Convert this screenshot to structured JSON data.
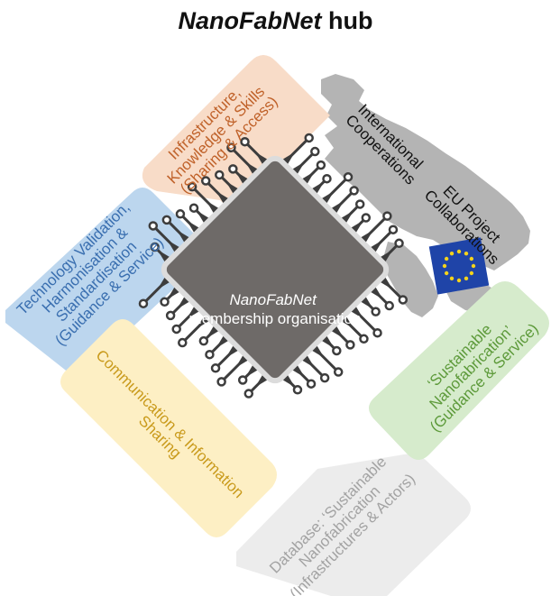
{
  "title": {
    "name": "NanoFabNet",
    "suffix": "hub"
  },
  "center": {
    "line1": "NanoFabNet",
    "line2": "membership organisation"
  },
  "panels": {
    "infrastructure": {
      "lines": [
        "Infrastructure,",
        "Knowledge & Skills",
        "(Sharing & Access)"
      ],
      "fill": "#f8dcc8",
      "text": "#c0622a"
    },
    "technology": {
      "lines": [
        "Technology Validation,",
        "Harmonisation &",
        "Standardisation",
        "(Guidance & Service)"
      ],
      "fill": "#bcd6ee",
      "text": "#3a6fb0"
    },
    "communication": {
      "lines": [
        "Communication & Information",
        "Sharing"
      ],
      "fill": "#fdefc4",
      "text": "#c99a1b"
    },
    "database": {
      "lines": [
        "Database: ‘Sustainable",
        "Nanofabrication",
        "(Infrastructures & Actors)"
      ],
      "fill": "#ececec",
      "text": "#a3a3a3"
    },
    "sustainable": {
      "lines": [
        "‘Sustainable",
        "Nanofabrication’",
        "(Guidance & Service)"
      ],
      "fill": "#d6ebcc",
      "text": "#5d9a3a"
    },
    "international": {
      "lines": [
        "International",
        "Cooperations"
      ],
      "text": "#111111"
    },
    "eu": {
      "lines": [
        "EU Project",
        "Collaborations"
      ],
      "text": "#111111"
    }
  },
  "colors": {
    "chip": "#6e6a68",
    "chip_border": "#dcdcdc",
    "trace": "#3d3d3d",
    "map": "#b4b4b4",
    "eu_blue": "#1f44a8",
    "eu_star": "#f4d31c"
  }
}
